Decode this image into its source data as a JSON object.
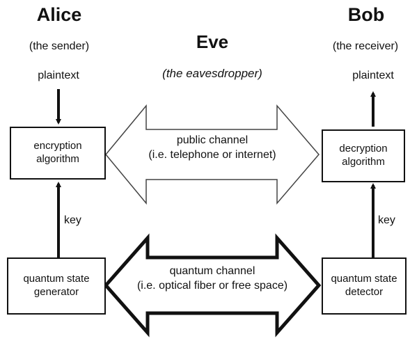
{
  "alice": {
    "name": "Alice",
    "role": "(the sender)"
  },
  "bob": {
    "name": "Bob",
    "role": "(the receiver)"
  },
  "eve": {
    "name": "Eve",
    "role": "(the eavesdropper)"
  },
  "plaintext_label": "plaintext",
  "key_label": "key",
  "boxes": {
    "encryption": [
      "encryption",
      "algorithm"
    ],
    "decryption": [
      "decryption",
      "algorithm"
    ],
    "generator": [
      "quantum state",
      "generator"
    ],
    "detector": [
      "quantum state",
      "detector"
    ]
  },
  "channels": {
    "public": [
      "public channel",
      "(i.e. telephone or internet)"
    ],
    "quantum": [
      "quantum channel",
      "(i.e. optical fiber or free space)"
    ]
  },
  "colors": {
    "ink": "#111111",
    "public_arrow": "#444444",
    "background": "#ffffff"
  }
}
